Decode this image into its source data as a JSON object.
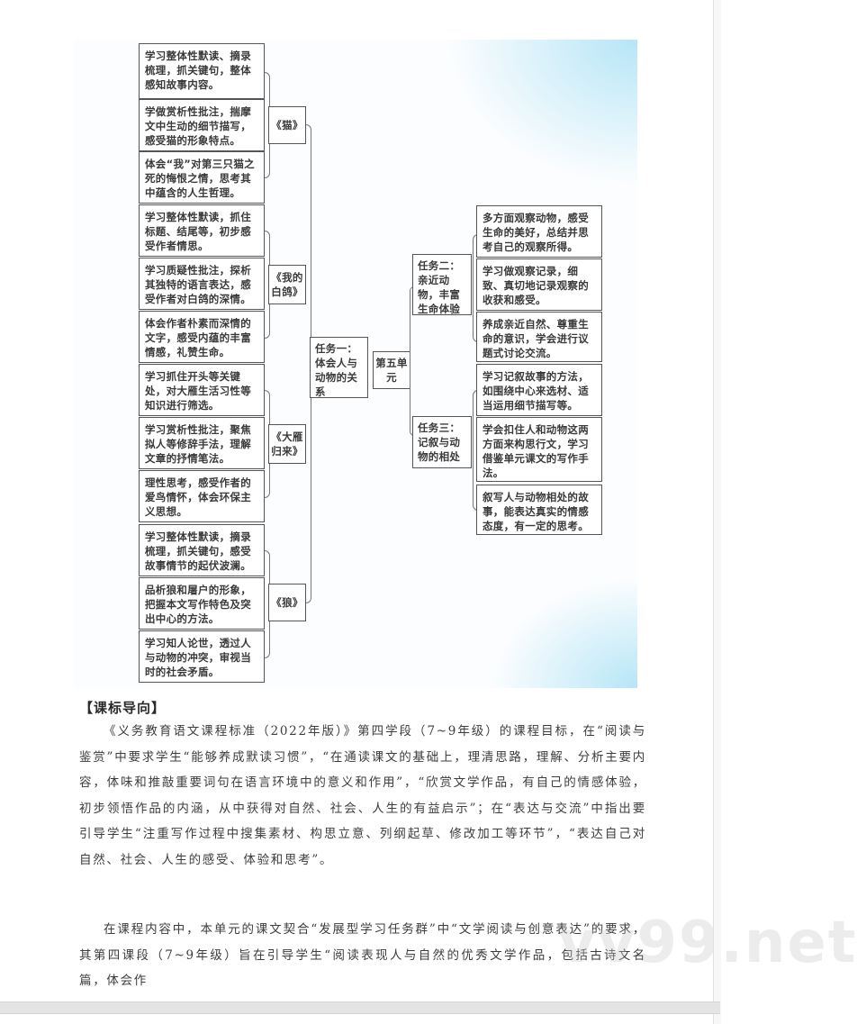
{
  "diagram": {
    "unit": "第五单元",
    "task1": {
      "label": "任务一：体会人与动物的关系",
      "lessons": [
        {
          "title": "《猫》",
          "items": [
            "学习整体性默读、摘录梳理，抓关键句，整体感知故事内容。",
            "学做赏析性批注，揣摩文中生动的细节描写，感受猫的形象特点。",
            "体会“我”对第三只猫之死的悔恨之情，思考其中蕴含的人生哲理。"
          ]
        },
        {
          "title": "《我的白鸽》",
          "items": [
            "学习整体性默读，抓住标题、结尾等，初步感受作者情思。",
            "学习质疑性批注，探析其独特的语言表达，感受作者对白鸽的深情。",
            "体会作者朴素而深情的文字，感受内蕴的丰富情感，礼赞生命。"
          ]
        },
        {
          "title": "《大雁归来》",
          "items": [
            "学习抓住开头等关键处，对大雁生活习性等知识进行筛选。",
            "学习赏析性批注，聚焦拟人等修辞手法，理解文章的抒情笔法。",
            "理性思考，感受作者的爱鸟情怀，体会环保主义思想。"
          ]
        },
        {
          "title": "《狼》",
          "items": [
            "学习整体性默读，摘录梳理，抓关键句，感受故事情节的起伏波澜。",
            "品析狼和屠户的形象，把握本文写作特色及突出中心的方法。",
            "学习知人论世，透过人与动物的冲突，审视当时的社会矛盾。"
          ]
        }
      ]
    },
    "task2": {
      "label": "任务二：亲近动物，丰富生命体验",
      "items": [
        "多方面观察动物，感受生命的美好，总结并思考自己的观察所得。",
        "学习做观察记录，细致、真切地记录观察的收获和感受。",
        "养成亲近自然、尊重生命的意识，学会进行议题式讨论交流。"
      ]
    },
    "task3": {
      "label": "任务三：记叙与动物的相处",
      "items": [
        "学习记叙故事的方法，如围绕中心来选材、适当运用细节描写等。",
        "学会扣住人和动物这两方面来构思行文，学习借鉴单元课文的写作手法。",
        "叙写人与动物相处的故事，能表达真实的情感态度，有一定的思考。"
      ]
    }
  },
  "section": {
    "title": "【课标导向】",
    "paragraphs": [
      "《义务教育语文课程标准（2022年版）》第四学段（7~9年级）的课程目标，在“阅读与鉴赏”中要求学生“能够养成默读习惯”，“在通读课文的基础上，理清思路，理解、分析主要内容，体味和推敲重要词句在语言环境中的意义和作用”，“欣赏文学作品，有自己的情感体验，初步领悟作品的内涵，从中获得对自然、社会、人生的有益启示”；在“表达与交流”中指出要引导学生“注重写作过程中搜集素材、构思立意、列纲起草、修改加工等环节”，“表达自己对自然、社会、人生的感受、体验和思考”。",
      "在课程内容中，本单元的课文契合“发展型学习任务群”中“文学阅读与创意表达”的要求，其第四课段（7~9年级）旨在引导学生“阅读表现人与自然的优秀文学作品，包括古诗文名篇，体会作"
    ]
  },
  "watermark": "vv99.net"
}
